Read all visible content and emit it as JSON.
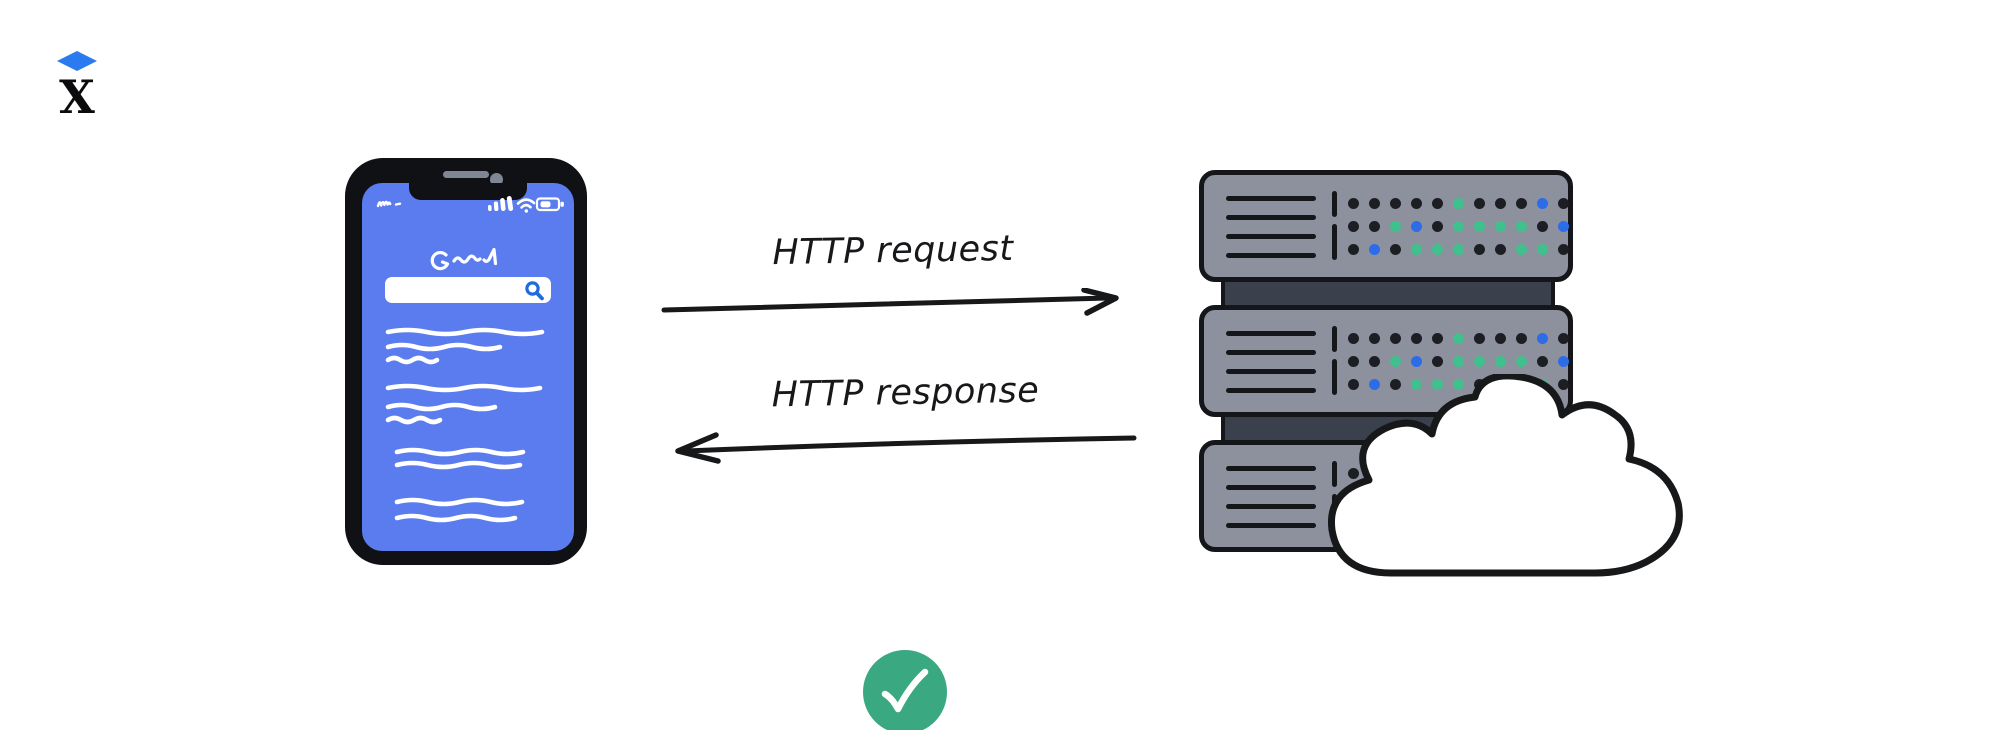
{
  "logo": {
    "letter": "X",
    "diamond_icon": "blue-diamond"
  },
  "phone": {
    "carrier_icon": "carrier-scribble",
    "status_icons": [
      "signal-icon",
      "wifi-icon",
      "battery-icon"
    ],
    "app_logo_icon": "search-engine-logo-scribble",
    "search_icon": "magnifier",
    "search_value": "",
    "result_line_groups": [
      [
        154,
        112,
        49
      ],
      [
        152,
        107,
        52
      ],
      [
        126,
        123
      ],
      [
        125,
        118
      ]
    ],
    "badge_icon": "check-mark"
  },
  "flows": {
    "request_label": "HTTP request",
    "response_label": "HTTP response"
  },
  "server": {
    "unit_count": 3,
    "dot_pattern": [
      "kkkkkgkkkbk",
      "kkgbkggggkb",
      "kbkgggkkggk"
    ],
    "dot_colors": {
      "k": "#1c1e24",
      "g": "#3fc08d",
      "b": "#2d6ce8"
    }
  },
  "cloud": {
    "icon": "cloud"
  },
  "colors": {
    "background": "#ffffff",
    "ink": "#17181a",
    "accent_blue": "#2b7bf0",
    "phone_frame": "#101114",
    "phone_screen": "#5b7cee",
    "search_icon_blue": "#1e6ade",
    "check_green": "#3aa981",
    "server_body": "#8d919d",
    "server_outline": "#14161a",
    "server_connector": "#3b404d"
  }
}
